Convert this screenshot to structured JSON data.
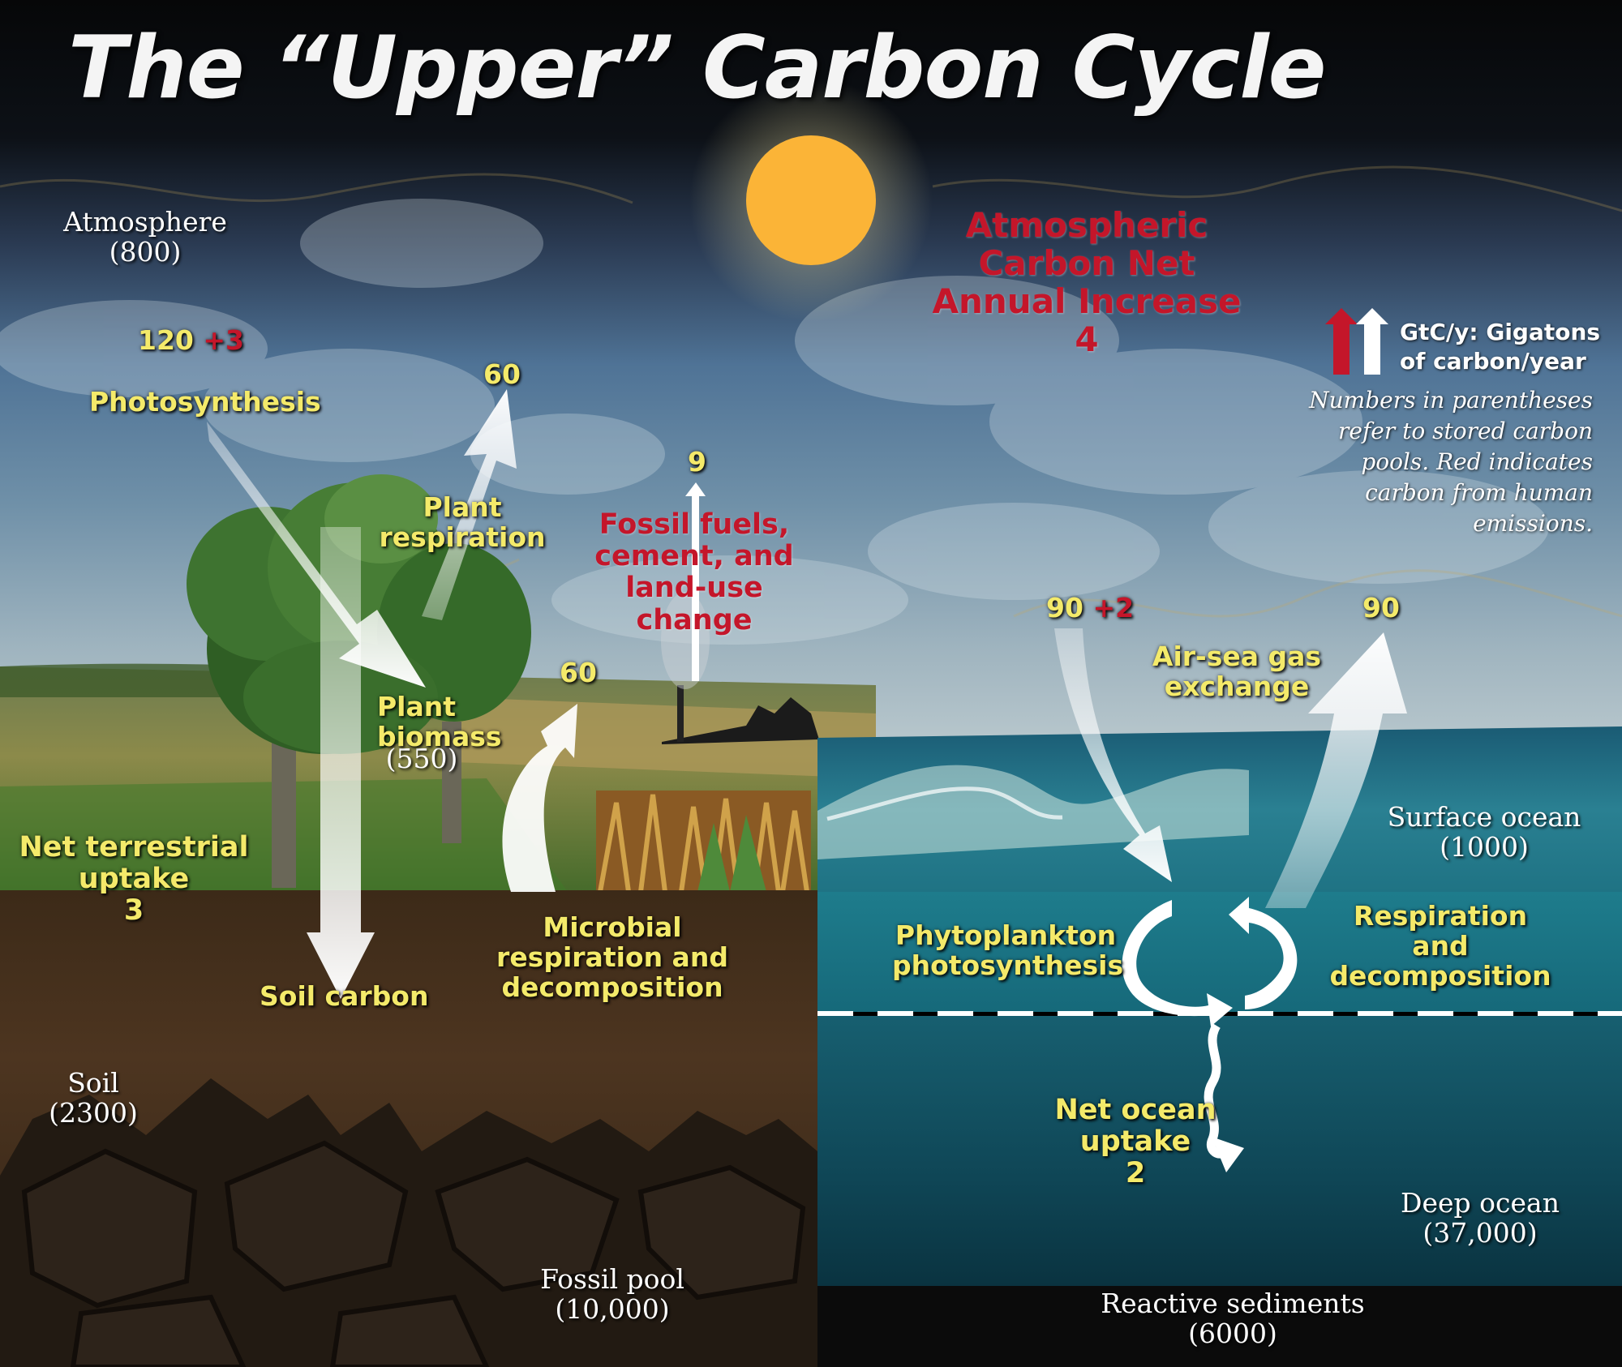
{
  "title": "The “Upper” Carbon Cycle",
  "colors": {
    "label_yellow": "#f4ea6a",
    "human_red": "#c4162a",
    "pool_white": "#ffffff",
    "sun": "#fbb437",
    "sky_dark": "#0a0c10",
    "ocean": "#1d7186",
    "soil": "#3a2816"
  },
  "icons": [
    "sun-icon",
    "tree-icon",
    "factory-icon",
    "wave-icon",
    "legend-arrows-icon"
  ],
  "pools": {
    "atmosphere": {
      "name": "Atmosphere",
      "value": "(800)"
    },
    "plant_biomass": {
      "name1": "Plant",
      "name2": "biomass",
      "value": "(550)"
    },
    "soil": {
      "name": "Soil",
      "value": "(2300)"
    },
    "fossil_pool": {
      "name": "Fossil pool",
      "value": "(10,000)"
    },
    "surface_ocean": {
      "name": "Surface ocean",
      "value": "(1000)"
    },
    "deep_ocean": {
      "name": "Deep ocean",
      "value": "(37,000)"
    },
    "reactive_sediments": {
      "name": "Reactive sediments",
      "value": "(6000)"
    }
  },
  "fluxes": {
    "photosynthesis": {
      "natural": "120",
      "human": "+3",
      "label": "Photosynthesis"
    },
    "plant_respiration": {
      "value": "60",
      "line1": "Plant",
      "line2": "respiration"
    },
    "fossil_fuels": {
      "value": "9",
      "line1": "Fossil fuels,",
      "line2": "cement, and",
      "line3": "land-use",
      "line4": "change"
    },
    "microbial": {
      "value": "60",
      "line1": "Microbial",
      "line2": "respiration and",
      "line3": "decomposition"
    },
    "net_terrestrial": {
      "line1": "Net terrestrial",
      "line2": "uptake",
      "value": "3"
    },
    "soil_carbon": {
      "label": "Soil carbon"
    },
    "air_sea_down": {
      "natural": "90",
      "human": "+2"
    },
    "air_sea_up": {
      "value": "90"
    },
    "air_sea_label": {
      "line1": "Air-sea gas",
      "line2": "exchange"
    },
    "phytoplankton": {
      "line1": "Phytoplankton",
      "line2": "photosynthesis"
    },
    "ocean_respiration": {
      "line1": "Respiration",
      "line2": "and",
      "line3": "decomposition"
    },
    "net_ocean": {
      "line1": "Net ocean",
      "line2": "uptake",
      "value": "2"
    }
  },
  "atmospheric_increase": {
    "line1": "Atmospheric",
    "line2": "Carbon Net",
    "line3": "Annual Increase",
    "value": "4"
  },
  "legend": {
    "unit_line1": "GtC/y: Gigatons",
    "unit_line2": "of carbon/year",
    "note_line1": "Numbers in parentheses",
    "note_line2": "refer to stored carbon",
    "note_line3": "pools. Red indicates",
    "note_line4": "carbon from human",
    "note_line5": "emissions."
  }
}
